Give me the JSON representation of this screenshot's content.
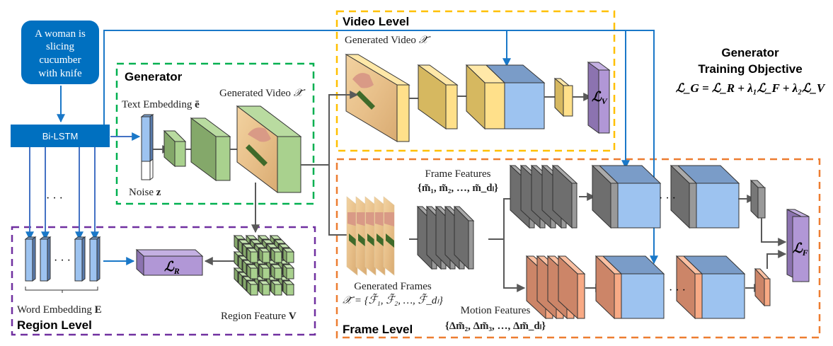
{
  "input_sentence": [
    "A woman is",
    "slicing",
    "cucumber",
    "with knife"
  ],
  "encoder_label": "Bi-LSTM",
  "generator": {
    "title": "Generator",
    "text_embedding_label": "Text Embedding ",
    "text_embedding_symbol": "ē",
    "noise_label": "Noise ",
    "noise_symbol": "z",
    "generated_video_label": "Generated Video ",
    "generated_video_symbol": "𝒳̃"
  },
  "video_level": {
    "title": "Video Level",
    "generated_video_label": "Generated Video ",
    "generated_video_symbol": "𝒳̃",
    "loss_symbol": "ℒ",
    "loss_sub": "V"
  },
  "objective": {
    "title_line1": "Generator",
    "title_line2": "Training Objective",
    "formula": "ℒ_G = ℒ_R + λ₁ℒ_F + λ₂ℒ_V"
  },
  "region_level": {
    "title": "Region Level",
    "word_embedding_label": "Word Embedding ",
    "word_embedding_symbol": "E",
    "region_feature_label": "Region Feature ",
    "region_feature_symbol": "V",
    "loss_symbol": "ℒ",
    "loss_sub": "R",
    "ellipsis": "· · ·"
  },
  "frame_level": {
    "title": "Frame Level",
    "generated_frames_label": "Generated Frames",
    "generated_frames_formula": "𝒳̃ = {ℱ̃₁, ℱ̃₂, …, ℱ̃_dₗ}",
    "frame_features_label": "Frame Features",
    "frame_features_formula": "{m̃₁, m̃₂, …, m̃_dₗ}",
    "motion_features_label": "Motion Features",
    "motion_features_formula": "{Δm̃₂, Δm̃₃, …, Δm̃_dₗ}",
    "loss_symbol": "ℒ",
    "loss_sub": "F",
    "ellipsis": "· · ·"
  },
  "colors": {
    "blue_box": "#0070c0",
    "blue_line": "#1a78c8",
    "blue_emb": "#9dc3f0",
    "green_box": "#a9d18e",
    "green_dark": "#84a86a",
    "yellow_box": "#ffe08a",
    "yellow_dark": "#d6b860",
    "blue_feat": "#9dc3f0",
    "blue_feat_top": "#7a9cc8",
    "gray_feat": "#8c8c8c",
    "gray_dark": "#666666",
    "orange_feat": "#f8aa85",
    "orange_dark": "#cc8568",
    "purple_loss": "#b197d6",
    "purple_dark": "#8c73b0",
    "green_dash": "#00b050",
    "yellow_dash": "#ffc000",
    "purple_dash": "#7030a0",
    "orange_dash": "#ed7d31",
    "arrow_gray": "#595959"
  }
}
